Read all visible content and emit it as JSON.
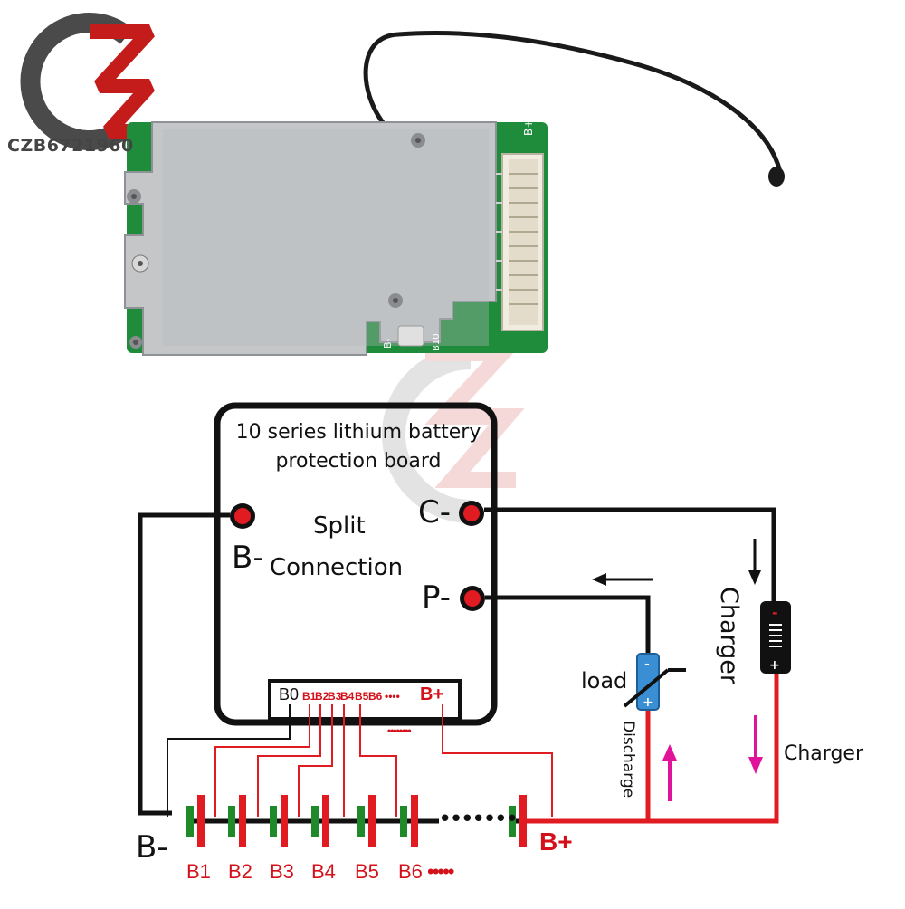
{
  "watermark": {
    "text": "CZB6721960"
  },
  "board_photo": {
    "silk_b_plus": "B+",
    "silk_b_minus": "B-",
    "silk_b_ten": "B10"
  },
  "diagram": {
    "title_line1": "10 series lithium battery",
    "title_line2": "protection board",
    "center_label_1": "Split",
    "center_label_2": "Connection",
    "terminal_b_minus": "B-",
    "terminal_c_minus": "C-",
    "terminal_p_minus": "P-",
    "connector_pins": [
      "B0",
      "B1",
      "B2",
      "B3",
      "B4",
      "B5",
      "B6",
      "••••"
    ],
    "connector_b_plus": "B+",
    "connector_dots": "••••••••",
    "load_label": "load",
    "discharge_label": "Discharge",
    "charger_vertical": "Charger",
    "charger_label": "Charger",
    "charger_minus": "-",
    "charger_plus": "+",
    "load_minus": "-",
    "load_plus": "+",
    "pack_b_minus": "B-",
    "pack_b_plus": "B+",
    "pack_dots": "•••••••",
    "cells": [
      "B1",
      "B2",
      "B3",
      "B4",
      "B5",
      "B6"
    ],
    "cells_more": "•••••",
    "colors": {
      "wire_black": "#111111",
      "wire_red": "#e11b22",
      "label_red": "#d4101a",
      "cell_green": "#1f8a2a",
      "arrow_pink": "#e0139a",
      "load_blue": "#3a8fd4",
      "pcb_green": "#1e8c3a"
    }
  }
}
